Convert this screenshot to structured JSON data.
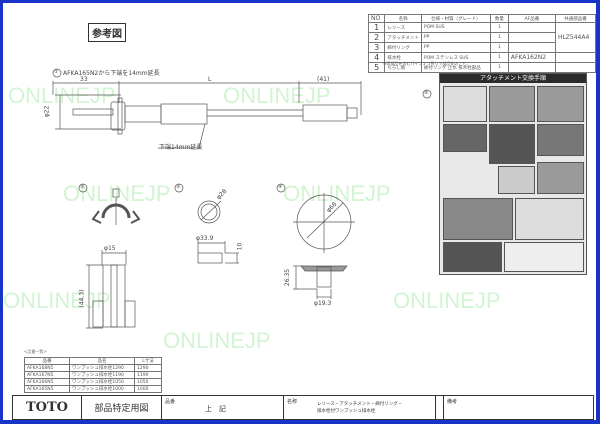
{
  "reference_label": "参考図",
  "watermark": "ONLINEJP",
  "parts_table": {
    "headers": [
      "NO",
      "名称",
      "仕様・材質（グレード）",
      "数量",
      "AF品番",
      "共通部品番"
    ],
    "rows": [
      {
        "no": "1",
        "name": "レリース",
        "spec": "POM SUS",
        "qty": "1",
        "af": "",
        "common": "HLZ544A4"
      },
      {
        "no": "2",
        "name": "アタッチメント",
        "spec": "PP",
        "qty": "1",
        "af": "",
        "common": ""
      },
      {
        "no": "3",
        "name": "締付リング",
        "spec": "PP",
        "qty": "1",
        "af": "",
        "common": ""
      },
      {
        "no": "4",
        "name": "排水栓",
        "spec": "POM ステンレス    SUS",
        "qty": "1",
        "af": "AFKA162N2",
        "common": ""
      },
      {
        "no": "5",
        "name": "ちらし板",
        "spec": "締付リング 止水 排水栓部品",
        "qty": "1",
        "af": "",
        "common": ""
      }
    ],
    "note": "※印部品を含むパイプ２つ折りで部品化のこと。"
  },
  "drawing1": {
    "marker": "①",
    "caption": "AFKA165N2から下端を14mm延長",
    "dim_33": "33",
    "dim_L": "L",
    "dim_41": "(41)",
    "dim_dia22": "φ22",
    "callout": "下端14mm延長"
  },
  "drawing2": {
    "marker": "②",
    "dim_dia15": "φ15",
    "dim_443": "(44.3)"
  },
  "drawing3": {
    "marker": "③",
    "dim_dia28": "φ28",
    "dim_dia339": "φ33.9",
    "dim_10": "10"
  },
  "drawing4": {
    "marker": "④",
    "dim_dia68": "φ68",
    "dim_2635": "26.35",
    "dim_dia193": "φ19.3"
  },
  "drawing5": {
    "marker": "⑤",
    "title": "アタッチメント交換手順"
  },
  "size_table": {
    "title": "<品番一覧>",
    "headers": [
      "品番",
      "品名",
      "L寸法"
    ],
    "rows": [
      [
        "AFKA168N5",
        "ワンプッシュ排水栓1290",
        "1290"
      ],
      [
        "AFKA167N5",
        "ワンプッシュ排水栓1190",
        "1190"
      ],
      [
        "AFKA166N5",
        "ワンプッシュ排水栓1050",
        "1050"
      ],
      [
        "AFKA165N5",
        "ワンプッシュ排水栓1000",
        "1000"
      ]
    ]
  },
  "title_block": {
    "logo": "TOTO",
    "doc_type": "部品特定用図",
    "part_no_label": "品番",
    "part_no_value": "上　記",
    "name_label": "名称",
    "name_value_1": "レリース・アタッチメント・締付リング・",
    "name_value_2": "排水栓付ワンプッシュ排水栓",
    "remarks_label": "備考"
  },
  "colors": {
    "frame": "#1733c8",
    "watermark": "#c7f2c7"
  }
}
